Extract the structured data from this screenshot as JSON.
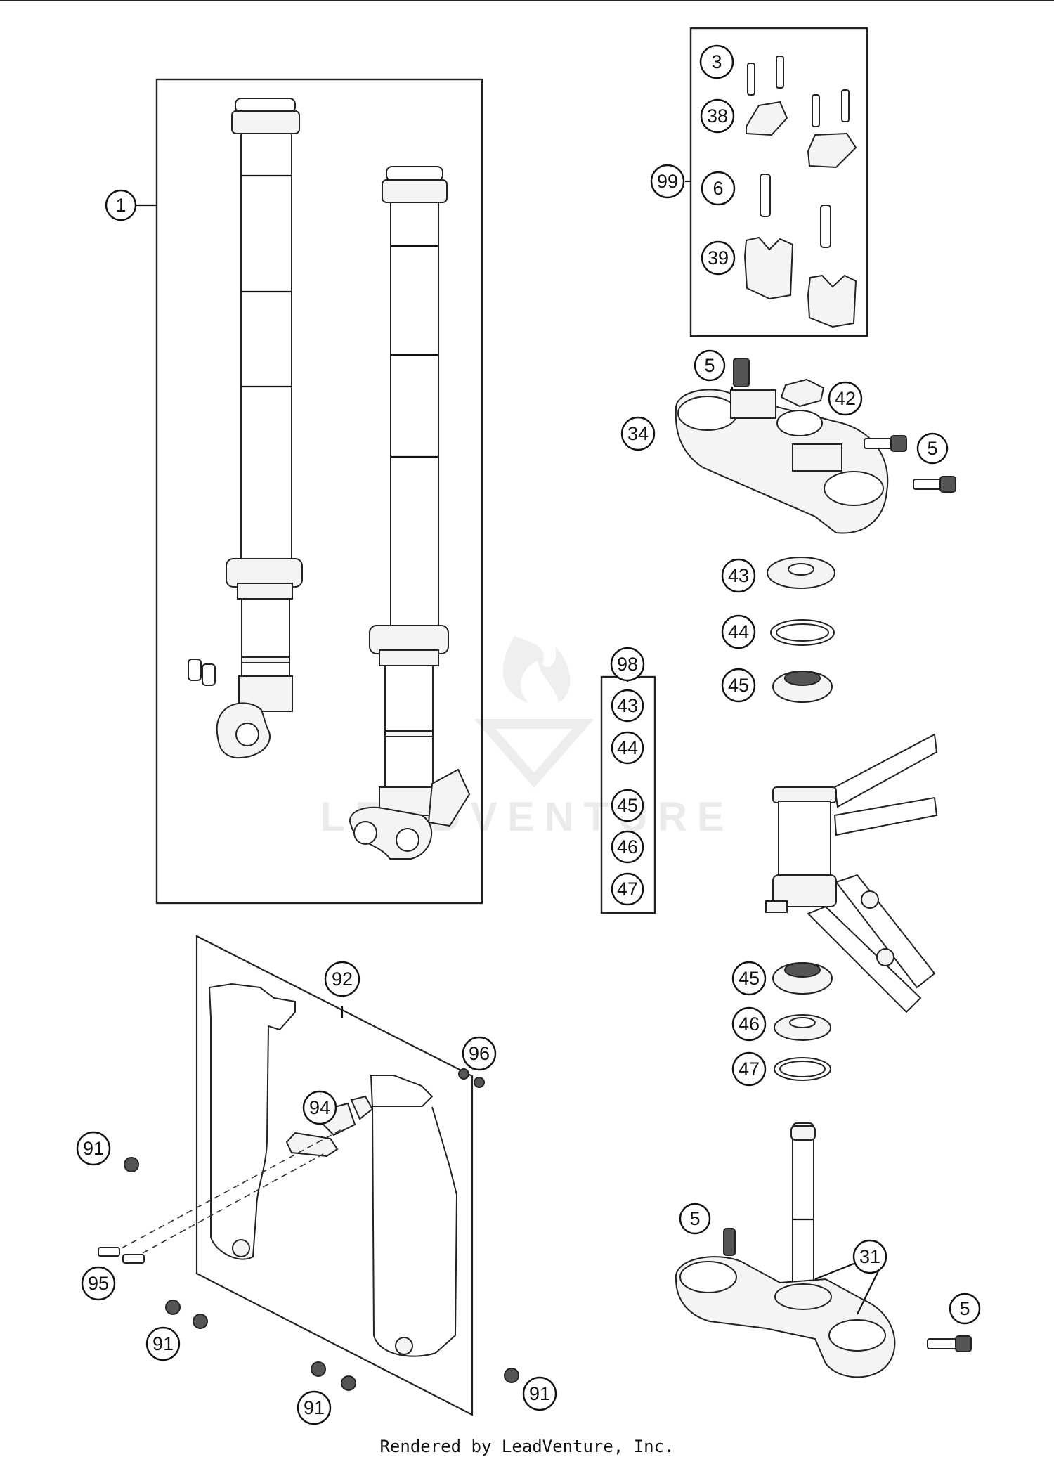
{
  "callouts": {
    "c1": "1",
    "c3": "3",
    "c38": "38",
    "c99": "99",
    "c6": "6",
    "c39": "39",
    "c5a": "5",
    "c42": "42",
    "c34": "34",
    "c5b": "5",
    "c43": "43",
    "c44": "44",
    "c45a": "45",
    "c98": "98",
    "k43": "43",
    "k44": "44",
    "k45": "45",
    "k46": "46",
    "k47": "47",
    "c45b": "45",
    "c46": "46",
    "c47": "47",
    "c92": "92",
    "c96": "96",
    "c94": "94",
    "c91a": "91",
    "c95": "95",
    "c91b": "91",
    "c91c": "91",
    "c91d": "91",
    "c5c": "5",
    "c31": "31",
    "c5d": "5"
  },
  "watermark": "LEADVENTURE",
  "footer": "Rendered by LeadVenture, Inc."
}
